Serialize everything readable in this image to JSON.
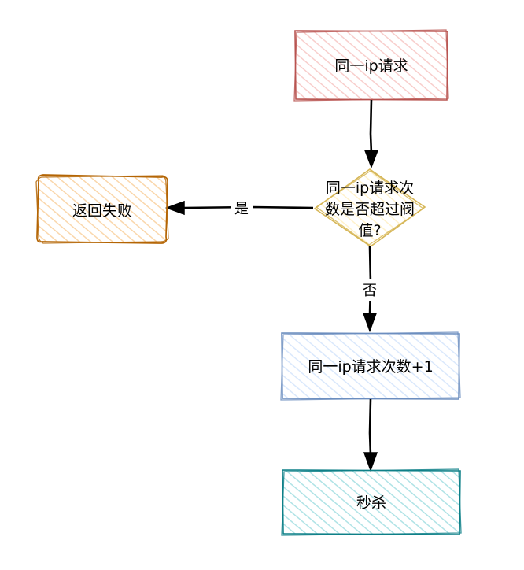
{
  "nodes": {
    "request": {
      "label": "同一ip请求",
      "stroke": "#b85450",
      "fill": "#f8cecc"
    },
    "decision": {
      "line1": "同一ip请求次",
      "line2": "数是否超过阀",
      "line3": "值?",
      "stroke": "#d6b656",
      "fill": "#fff2cc"
    },
    "fail": {
      "label": "返回失败",
      "stroke": "#b46504",
      "fill": "#fad7ac"
    },
    "increment": {
      "label": "同一ip请求次数+1",
      "stroke": "#6c8ebf",
      "fill": "#dae8fc"
    },
    "seckill": {
      "label": "秒杀",
      "stroke": "#0e8088",
      "fill": "#b0e3e6"
    }
  },
  "edges": {
    "yes_label": "是",
    "no_label": "否"
  }
}
